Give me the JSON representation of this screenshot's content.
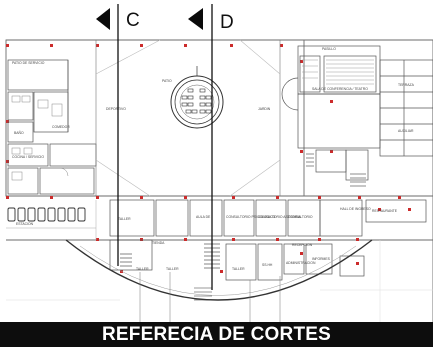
{
  "section_markers": [
    {
      "letter": "C"
    },
    {
      "letter": "D"
    }
  ],
  "rooms": {
    "r_parking": "PATIO DE SERVICIO",
    "r_deportivo": "DEPORTIVO",
    "r_patio": "PATIO",
    "r_jardin": "JARDIN",
    "r_pasillo": "PASILLO",
    "r_sala": "SALA DE CONFERENCIA / TEATRO",
    "r_terraza": "TERRAZA",
    "r_bano": "BAÑO",
    "r_comedor": "COMEDOR",
    "r_cocina": "COCINA / SERVICIO",
    "r_estacion": "ESTACION",
    "r_aux": "AUXILIAR",
    "r_hall": "HALL DE INGRESO",
    "r_resto": "RESTAURANTE",
    "r_taller1": "TALLER",
    "r_aula1": "AULA DE",
    "r_consultorio": "CONSULTORIO PSICOLOGICO",
    "r_cons2": "CONSULTORIO ASESORIA",
    "r_cons3": "CONSULTORIO",
    "r_tienda": "TIENDA",
    "r_taller2": "TALLER",
    "r_taller3": "TALLER",
    "r_taller4": "TALLER",
    "r_recepcion": "RECEPCION",
    "r_ss": "SS.HH",
    "r_admin": "ADMINISTRACION",
    "r_informes": "INFORMES"
  },
  "caption": "REFERECIA DE CORTES"
}
